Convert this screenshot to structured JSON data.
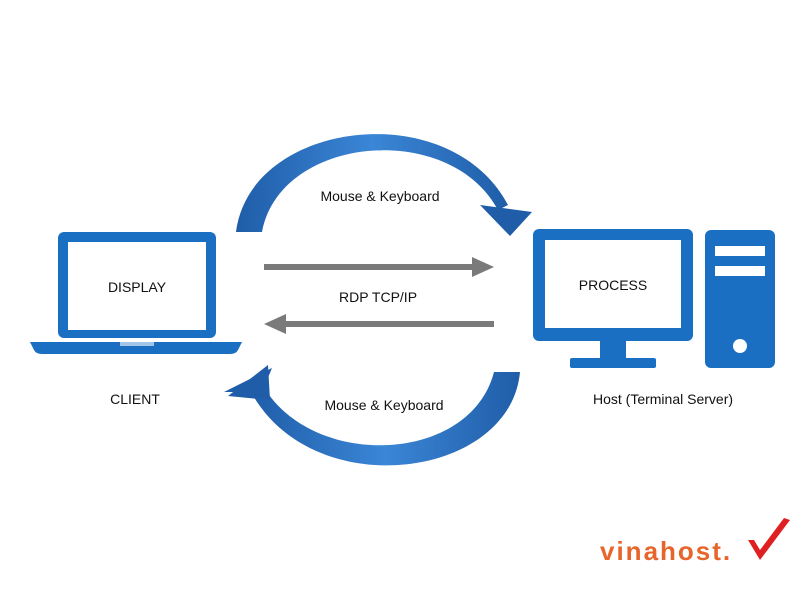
{
  "labels": {
    "top_flow": "Mouse & Keyboard",
    "bottom_flow": "Mouse & Keyboard",
    "protocol": "RDP TCP/IP",
    "client_screen": "DISPLAY",
    "host_screen": "PROCESS",
    "client": "CLIENT",
    "host": "Host (Terminal Server)"
  },
  "logo": {
    "text": "vinahost.",
    "color": "#e7652b",
    "check_color": "#e02020"
  },
  "colors": {
    "device_blue": "#1b6fc2",
    "arc_dark": "#1f5da8",
    "arc_light": "#3b86d6",
    "arrow_gray": "#7a7a7a"
  }
}
